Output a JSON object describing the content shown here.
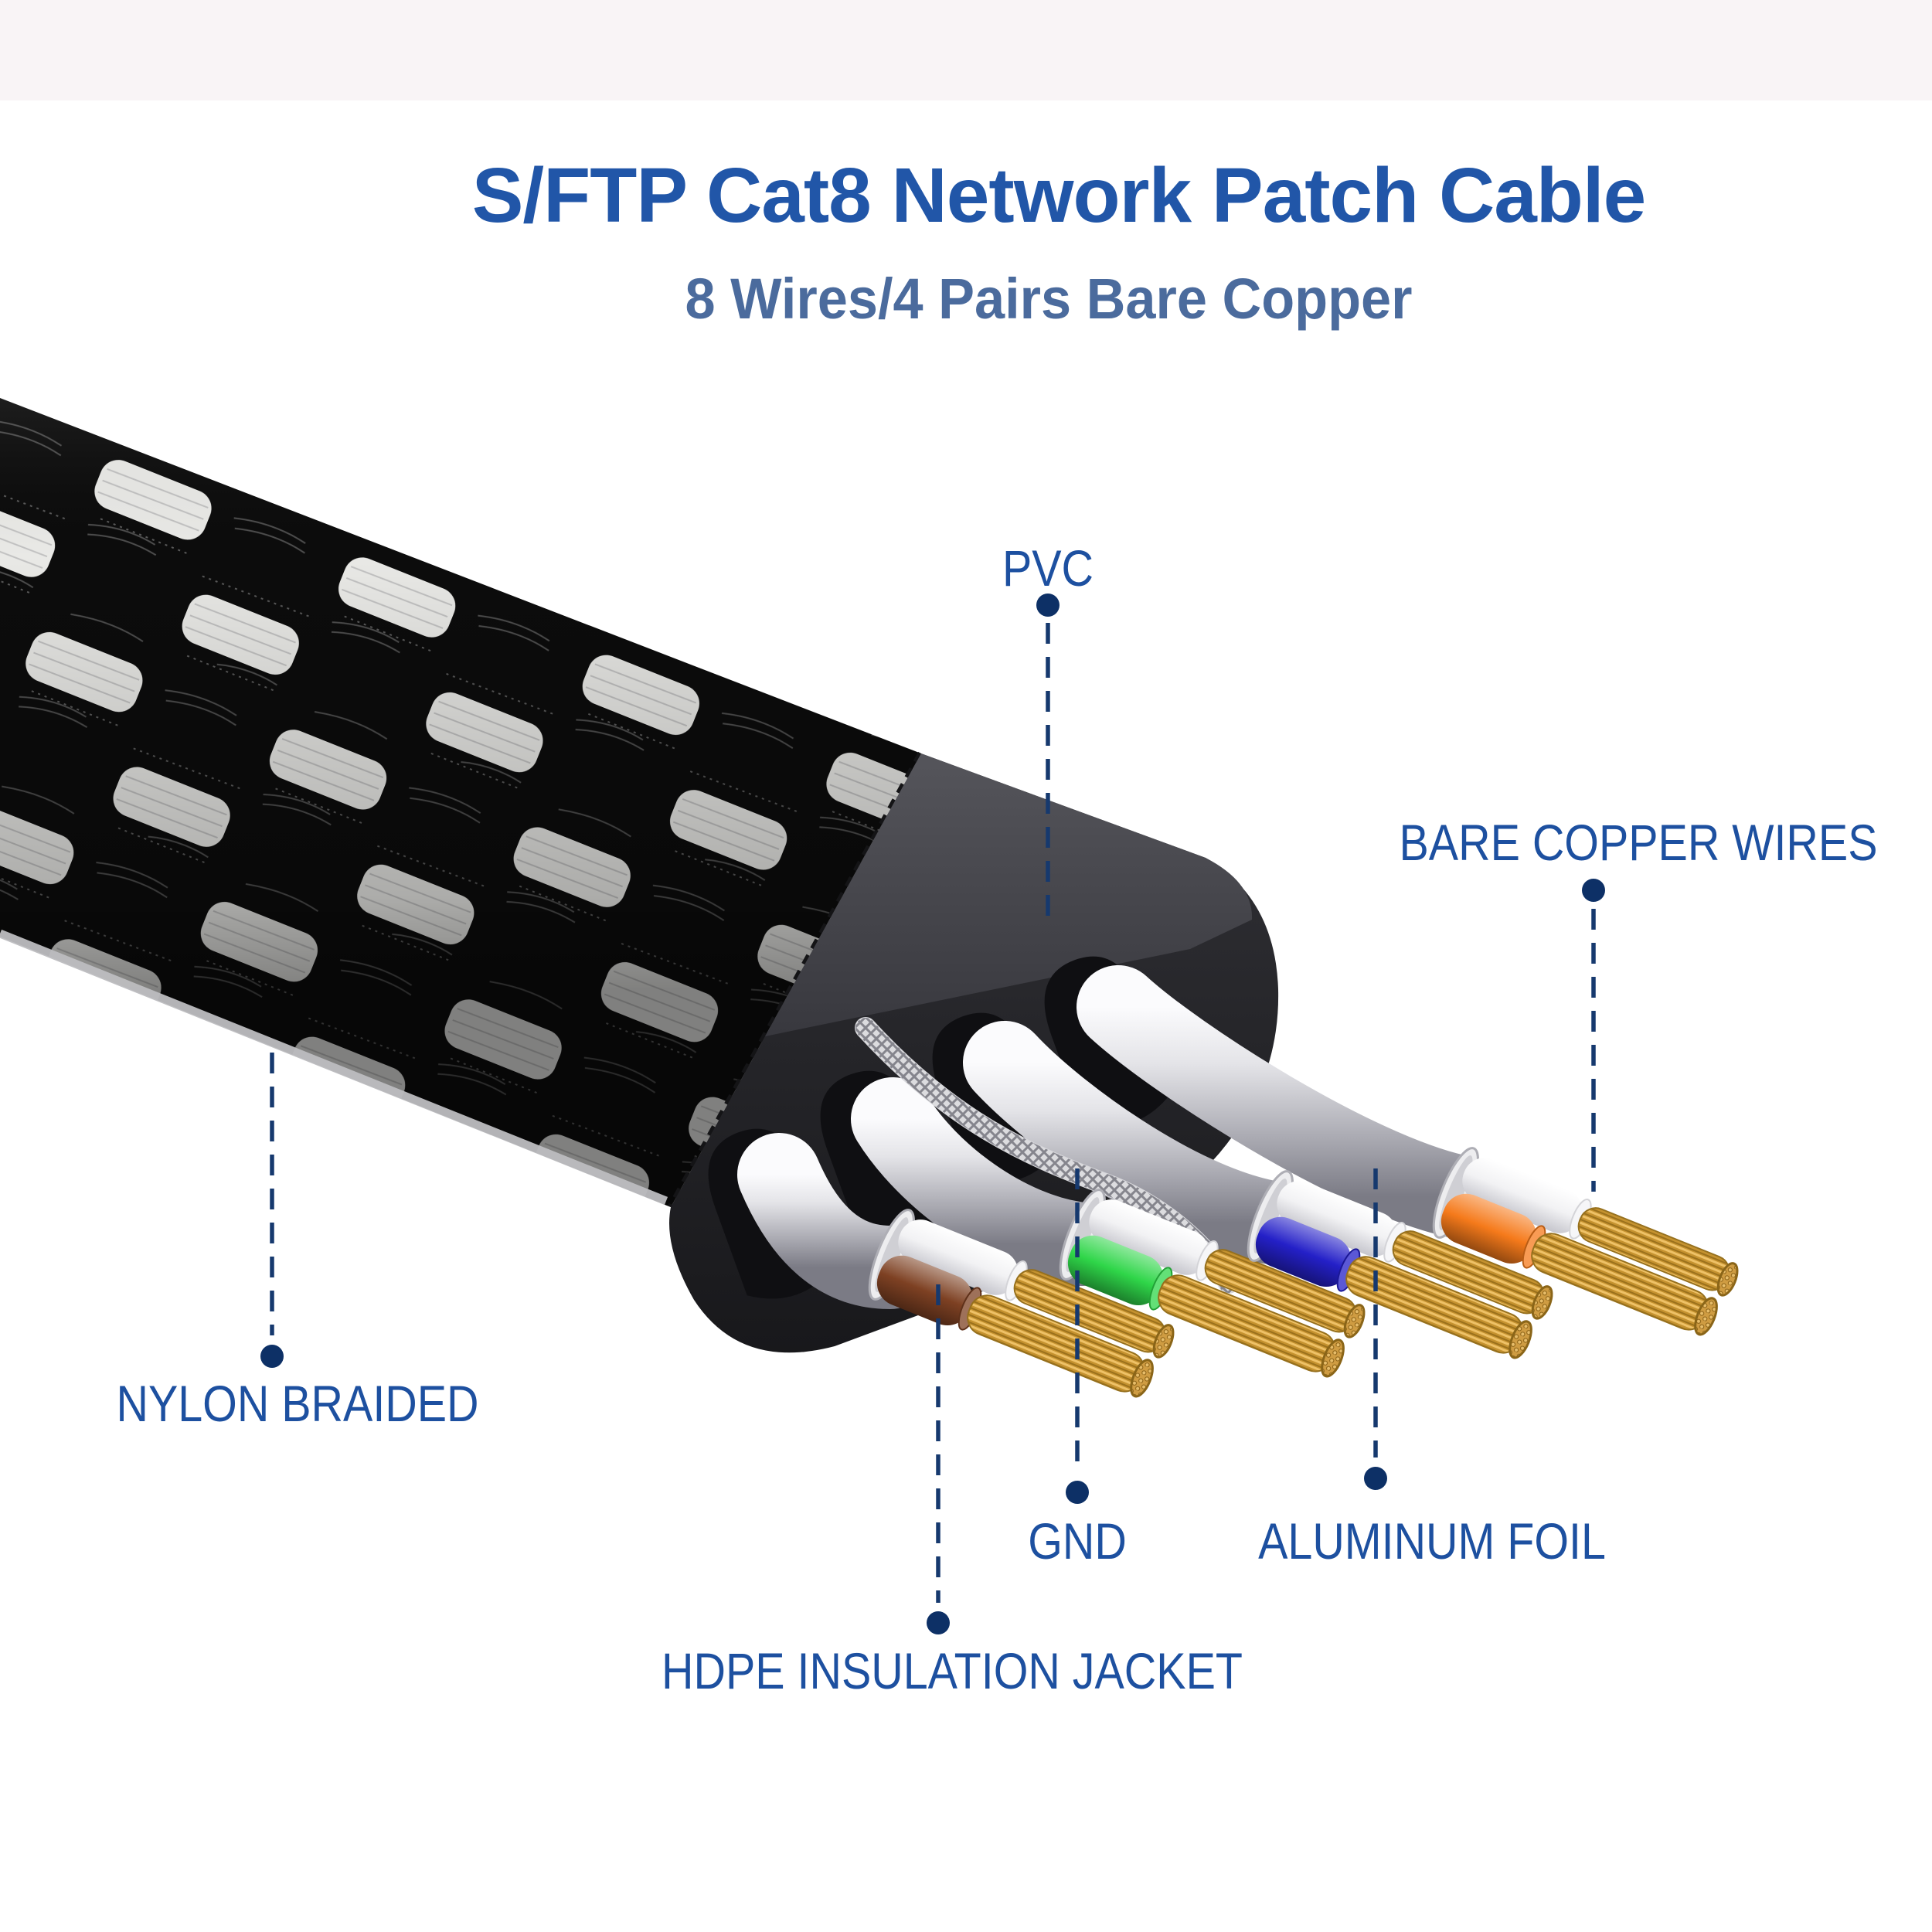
{
  "header": {
    "title": "S/FTP Cat8 Network Patch Cable",
    "subtitle": "8 Wires/4 Pairs Bare Copper"
  },
  "labels": {
    "pvc": "PVC",
    "bare_copper": "BARE COPPER WIRES",
    "nylon": "NYLON BRAIDED",
    "gnd": "GND",
    "aluminum": "ALUMINUM FOIL",
    "hdpe": "HDPE INSULATION JACKET"
  },
  "colors": {
    "title": "#2156a8",
    "subtitle": "#4b6b9d",
    "label": "#1d50a0",
    "leader": "#16396e",
    "dot": "#0d3066",
    "copper": "#cf9b3e",
    "foil": "#d9d9dd",
    "jacket": "#3b3b41",
    "braid_black": "#0c0c0c",
    "braid_white": "#e9e9e6"
  },
  "illustration": {
    "wires": [
      {
        "name": "brown",
        "color": "#7e4123"
      },
      {
        "name": "green",
        "color": "#2fd649"
      },
      {
        "name": "blue",
        "color": "#2420c8"
      },
      {
        "name": "orange",
        "color": "#f57a1b"
      }
    ]
  }
}
